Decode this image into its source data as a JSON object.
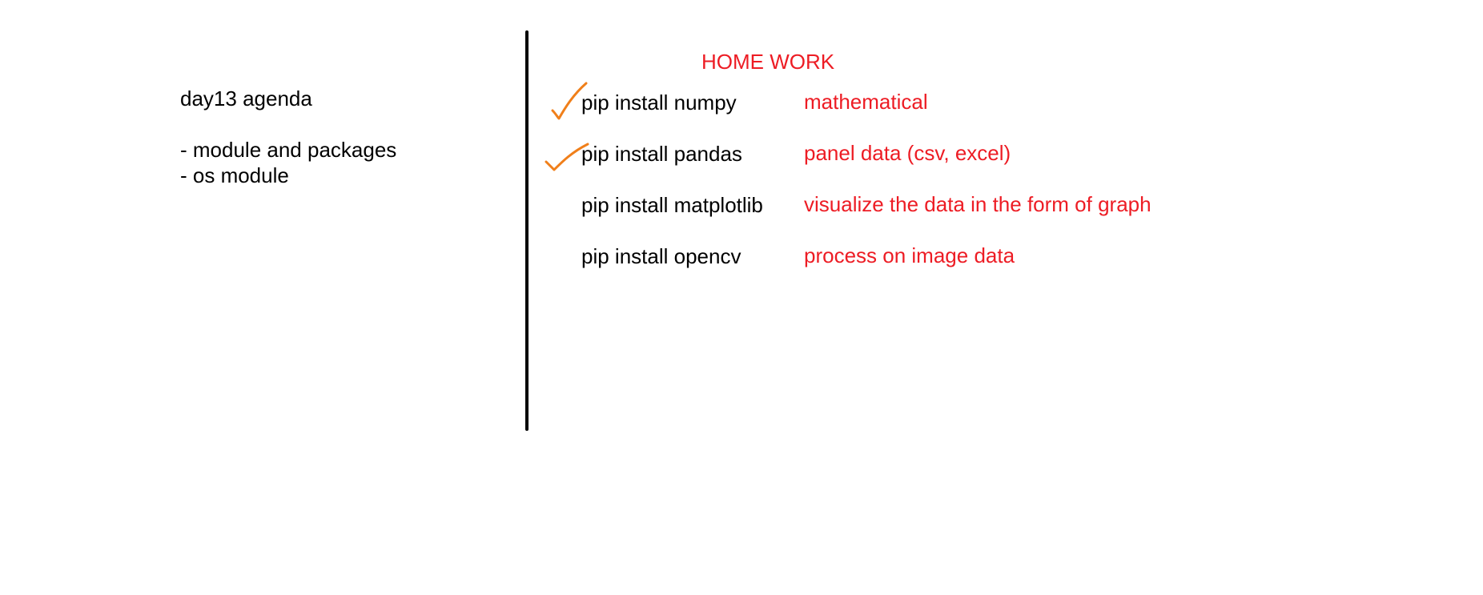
{
  "agenda": {
    "title": "day13 agenda",
    "items": [
      "- module and packages",
      "- os module"
    ]
  },
  "homework": {
    "heading": "HOME WORK",
    "rows": [
      {
        "command": "pip install numpy",
        "description": "mathematical",
        "checked": true
      },
      {
        "command": "pip install pandas",
        "description": "panel data (csv, excel)",
        "checked": true
      },
      {
        "command": "pip install matplotlib",
        "description": "visualize the data in the form of graph",
        "checked": false
      },
      {
        "command": "pip install opencv",
        "description": "process on image data",
        "checked": false
      }
    ]
  },
  "colors": {
    "ink": "#000000",
    "red_ink": "#ed1c24",
    "check_ink": "#f07f1a"
  }
}
